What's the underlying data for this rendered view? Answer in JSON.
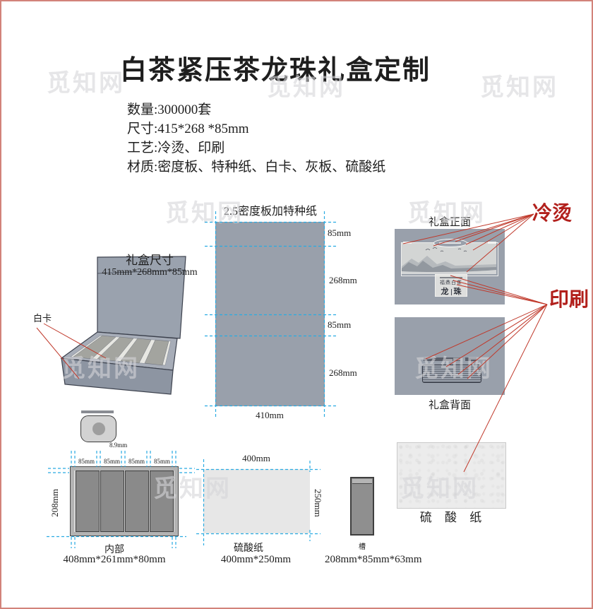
{
  "page": {
    "watermark": "觅知网"
  },
  "header": {
    "title": "白茶紧压茶龙珠礼盒定制",
    "specs": [
      "数量:300000套",
      "尺寸:415*268 *85mm",
      "工艺:冷烫、印刷",
      "材质:密度板、特种纸、白卡、灰板、硫酸纸"
    ]
  },
  "box3d": {
    "title": "礼盒尺寸",
    "dims": "415mm*268mm*85mm",
    "material_label": "白卡"
  },
  "flat_board": {
    "title": "2.5密度板加特种纸",
    "right_labels": [
      "85mm",
      "268mm",
      "85mm",
      "268mm"
    ],
    "bottom_label": "410mm"
  },
  "front_panel": {
    "caption": "礼盒正面",
    "brand": "福鼎白茶",
    "product_left": "龙",
    "product_right": "珠"
  },
  "back_panel": {
    "caption": "礼盒背面"
  },
  "annotations": {
    "cold_stamp": "冷烫",
    "print": "印刷"
  },
  "texture_panel": {
    "caption": "硫 酸 纸"
  },
  "inner_tray": {
    "top_gap": "8.9mm",
    "slot_widths": [
      "85mm",
      "85mm",
      "85mm",
      "85mm"
    ],
    "side": "208mm",
    "caption": "内部",
    "dims": "408mm*261mm*80mm"
  },
  "vellum_sheet": {
    "top": "400mm",
    "side": "250mm",
    "caption": "硫酸纸",
    "dims": "400mm*250mm"
  },
  "slot_block": {
    "caption": "槽",
    "dims": "208mm*85mm*63mm"
  },
  "colors": {
    "panel": "#99a0ab",
    "accent_red": "#b2201c",
    "guide_cyan": "#29abe2"
  }
}
